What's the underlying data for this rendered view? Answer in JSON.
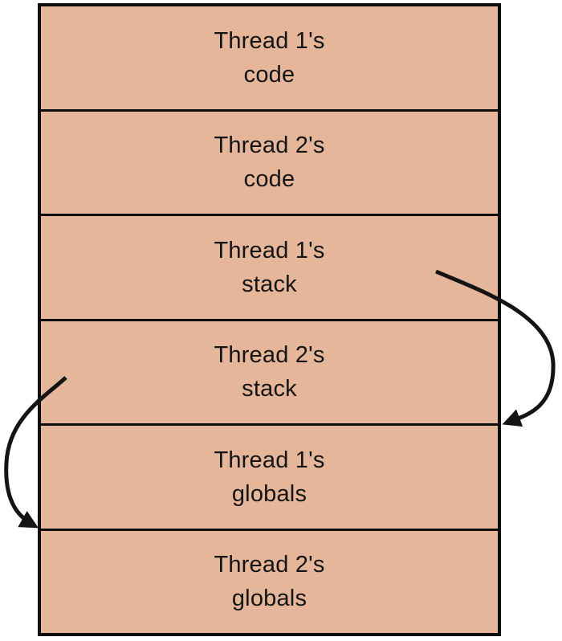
{
  "figure": {
    "kind": "memory-layout-diagram",
    "sections": [
      {
        "line1": "Thread 1's",
        "line2": "code"
      },
      {
        "line1": "Thread 2's",
        "line2": "code"
      },
      {
        "line1": "Thread 1's",
        "line2": "stack"
      },
      {
        "line1": "Thread 2's",
        "line2": "stack"
      },
      {
        "line1": "Thread 1's",
        "line2": "globals"
      },
      {
        "line1": "Thread 2's",
        "line2": "globals"
      }
    ],
    "arrows": [
      {
        "id": "right-arrow",
        "side": "right",
        "from": "Thread 1's stack",
        "to": "boundary below Thread 2's stack"
      },
      {
        "id": "left-arrow",
        "side": "left",
        "from": "Thread 2's stack",
        "to": "boundary below Thread 1's globals"
      }
    ],
    "colors": {
      "section_fill": "#e5b69a",
      "line": "#0d0d0d",
      "text": "#141414",
      "background": "#ffffff"
    }
  }
}
